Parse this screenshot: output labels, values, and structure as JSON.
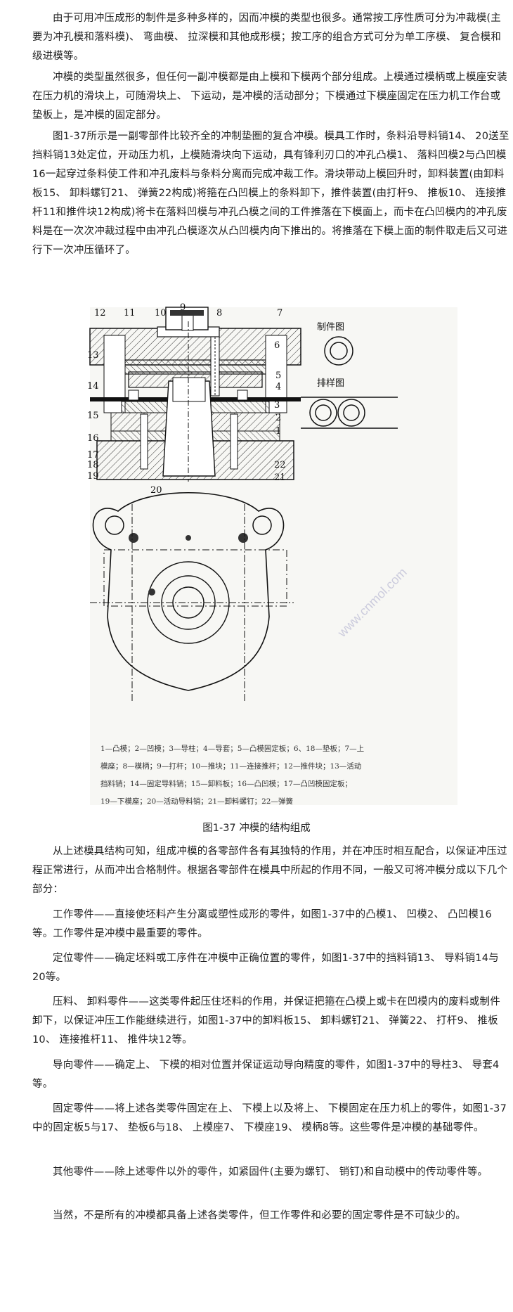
{
  "paragraphs": [
    "由于可用冲压成形的制件是多种多样的，因而冲模的类型也很多。通常按工序性质可分为冲裁模(主要为冲孔模和落料模)、 弯曲模、 拉深模和其他成形模；按工序的组合方式可分为单工序模、 复合模和级进模等。",
    "冲模的类型虽然很多，但任何一副冲模都是由上模和下模两个部分组成。上模通过模柄或上模座安装在压力机的滑块上，可随滑块上、 下运动，是冲模的活动部分；下模通过下模座固定在压力机工作台或垫板上，是冲模的固定部分。",
    "图1-37所示是一副零部件比较齐全的冲制垫圈的复合冲模。模具工作时，条料沿导料销14、 20送至挡料销13处定位，开动压力机，上模随滑块向下运动，具有锋利刃口的冲孔凸模1、 落料凹模2与凸凹模16一起穿过条料使工件和冲孔废料与条料分离而完成冲裁工作。滑块带动上模回升时，卸料装置(由卸料板15、 卸料螺钉21、 弹簧22构成)将箍在凸凹模上的条料卸下，推件装置(由打杆9、 推板10、 连接推杆11和推件块12构成)将卡在落料凹模与冲孔凸模之间的工件推落在下模面上，而卡在凸凹模内的冲孔废料是在一次次冲裁过程中由冲孔凸模逐次从凸凹模内向下推出的。将推落在下模上面的制件取走后又可进行下一次冲压循环了。",
    "从上述模具结构可知，组成冲模的各零部件各有其独特的作用，并在冲压时相互配合，以保证冲压过程正常进行，从而冲出合格制件。根据各零部件在模具中所起的作用不同，一般又可将冲模分成以下几个部分：",
    "工作零件——直接使坯料产生分离或塑性成形的零件，如图1-37中的凸模1、 凹模2、 凸凹模16等。工作零件是冲模中最重要的零件。",
    "定位零件——确定坯料或工序件在冲模中正确位置的零件，如图1-37中的挡料销13、 导料销14与20等。",
    "压料、 卸料零件——这类零件起压住坯料的作用，并保证把箍在凸模上或卡在凹模内的废料或制件卸下，以保证冲压工作能继续进行，如图1-37中的卸料板15、 卸料螺钉21、 弹簧22、 打杆9、 推板10、 连接推杆11、 推件块12等。",
    "导向零件——确定上、 下模的相对位置并保证运动导向精度的零件，如图1-37中的导柱3、 导套4等。",
    "固定零件——将上述各类零件固定在上、 下模上以及将上、 下模固定在压力机上的零件，如图1-37中的固定板5与17、 垫板6与18、 上模座7、 下模座19、 模柄8等。这些零件是冲模的基础零件。",
    "其他零件——除上述零件以外的零件，如紧固件(主要为螺钉、 销钉)和自动模中的传动零件等。",
    "当然，不是所有的冲模都具备上述各类零件，但工作零件和必要的固定零件是不可缺少的。"
  ],
  "figure": {
    "labels_top": [
      "12",
      "11",
      "10",
      "9",
      "8",
      "7"
    ],
    "labels_left": [
      "13",
      "14",
      "15",
      "16",
      "17",
      "18",
      "19"
    ],
    "labels_right": [
      "6",
      "5",
      "4",
      "3",
      "2",
      "1"
    ],
    "labels_bottom_right": [
      "22",
      "21"
    ],
    "label_plan": "20",
    "part_drawing_title": "制件图",
    "strip_layout_title": "排样图",
    "legend_lines": [
      "1—凸模；2—凹模；3—导柱；4—导套；5—凸模固定板；6、18—垫板；7—上",
      "模座；8—模柄；9—打杆；10—推块；11—连接推杆；12—推件块；13—活动",
      "挡料销；14—固定导料销；15—卸料板；16—凸凹模；17—凸凹模固定板；",
      "19—下模座；20—活动导料销；21—卸料螺钉；22—弹簧"
    ],
    "watermark": "www.cnmol.com"
  },
  "caption": "图1-37 冲模的结构组成"
}
